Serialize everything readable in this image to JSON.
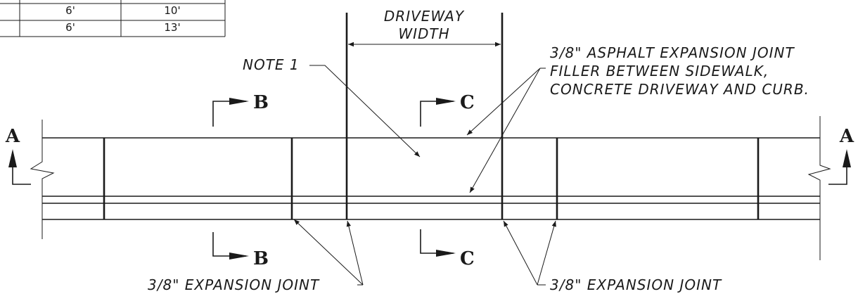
{
  "table": {
    "rows": [
      [
        "6'",
        "10'"
      ],
      [
        "6'",
        "13'"
      ]
    ]
  },
  "dimension": {
    "line1": "DRIVEWAY",
    "line2": "WIDTH"
  },
  "note": {
    "label": "NOTE 1"
  },
  "asphalt_note": {
    "line1": "3/8\" ASPHALT EXPANSION JOINT",
    "line2": "FILLER BETWEEN SIDEWALK,",
    "line3": "CONCRETE DRIVEWAY AND CURB."
  },
  "expansion_joint": {
    "left": "3/8\" EXPANSION JOINT",
    "right": "3/8\" EXPANSION JOINT"
  },
  "section_markers": {
    "a_left": "A",
    "a_right": "A",
    "b_top": "B",
    "b_bottom": "B",
    "c_top": "C",
    "c_bottom": "C"
  }
}
